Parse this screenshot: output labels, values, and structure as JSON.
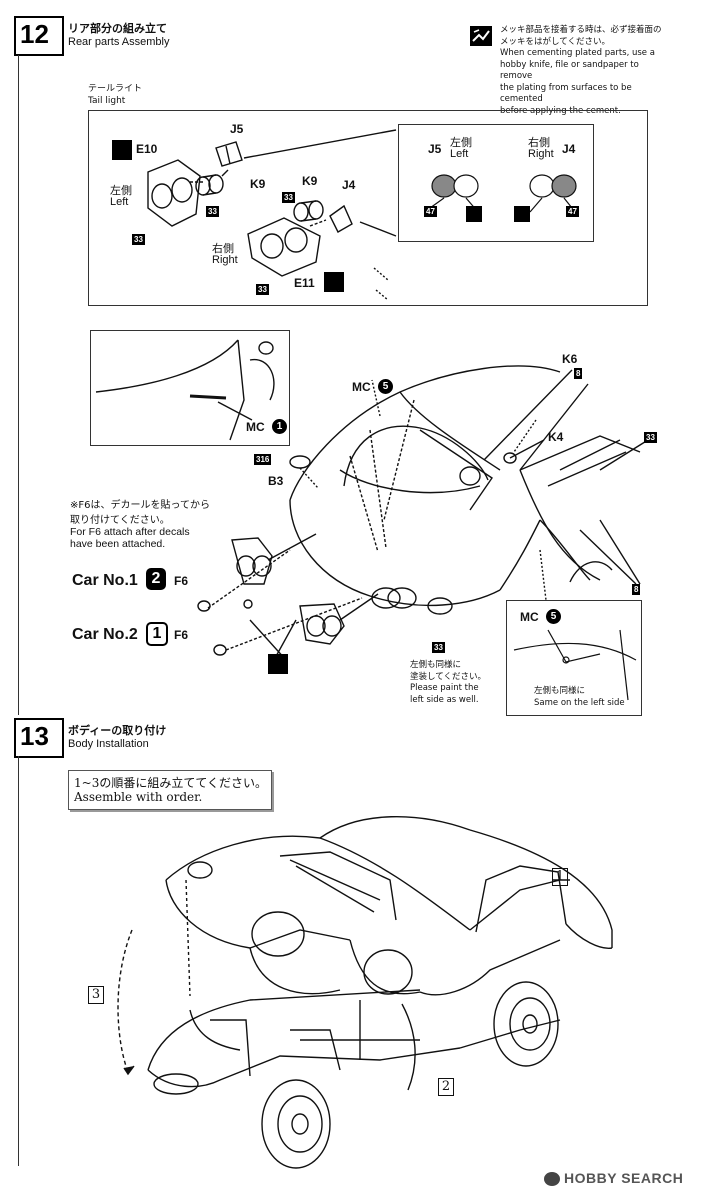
{
  "step12": {
    "number": "12",
    "title_ja": "リア部分の組み立て",
    "title_en": "Rear parts Assembly"
  },
  "plating_note": {
    "line1": "メッキ部品を接着する時は、必ず接着面の",
    "line2": "メッキをはがしてください。",
    "line3": "When cementing plated parts, use a",
    "line4": "hobby knife, file or sandpaper to remove",
    "line5": "the plating from surfaces to be cemented",
    "line6": "before applying the cement."
  },
  "taillight": {
    "label_ja": "テールライト",
    "label_en": "Tail light",
    "parts": {
      "e10": "E10",
      "e11": "E11",
      "j5": "J5",
      "j4": "J4",
      "k9_left": "K9",
      "k9_right": "K9",
      "left_ja": "左側",
      "left_en": "Left",
      "right_ja": "右側",
      "right_en": "Right",
      "paint_33": "33"
    },
    "detail": {
      "j5": "J5",
      "j4": "J4",
      "left_ja": "左側",
      "left_en": "Left",
      "right_ja": "右側",
      "right_en": "Right",
      "paint_47": "47"
    }
  },
  "body_parts": {
    "mc1": "MC",
    "mc1_num": "1",
    "mc5": "MC",
    "mc5_num": "5",
    "k6": "K6",
    "k4": "K4",
    "b3": "B3",
    "paint_316": "316",
    "paint_8": "8",
    "paint_33": "33",
    "f6": "F6"
  },
  "f6_note": {
    "line1": "※F6は、デカールを貼ってから",
    "line2": "取り付けてください。",
    "line3": "For F6 attach after decals",
    "line4": "have been attached."
  },
  "cars": {
    "car1_label": "Car No.1",
    "car1_num": "2",
    "car2_label": "Car No.2",
    "car2_num": "1"
  },
  "left_paint_note": {
    "line1": "左側も同様に",
    "line2": "塗装してください。",
    "line3": "Please paint the",
    "line4": "left side as well."
  },
  "mc5_inset": {
    "label": "MC",
    "num": "5",
    "line1": "左側も同様に",
    "line2": "Same on the left side"
  },
  "step13": {
    "number": "13",
    "title_ja": "ボディーの取り付け",
    "title_en": "Body Installation",
    "order_ja": "1~3の順番に組み立ててください。",
    "order_en": "Assemble with order.",
    "marker1": "1",
    "marker2": "2",
    "marker3": "3"
  },
  "watermark": {
    "text": "HOBBY SEARCH"
  },
  "colors": {
    "ink": "#111111",
    "gray": "#8a8a8a",
    "light": "#d9d9d9"
  }
}
